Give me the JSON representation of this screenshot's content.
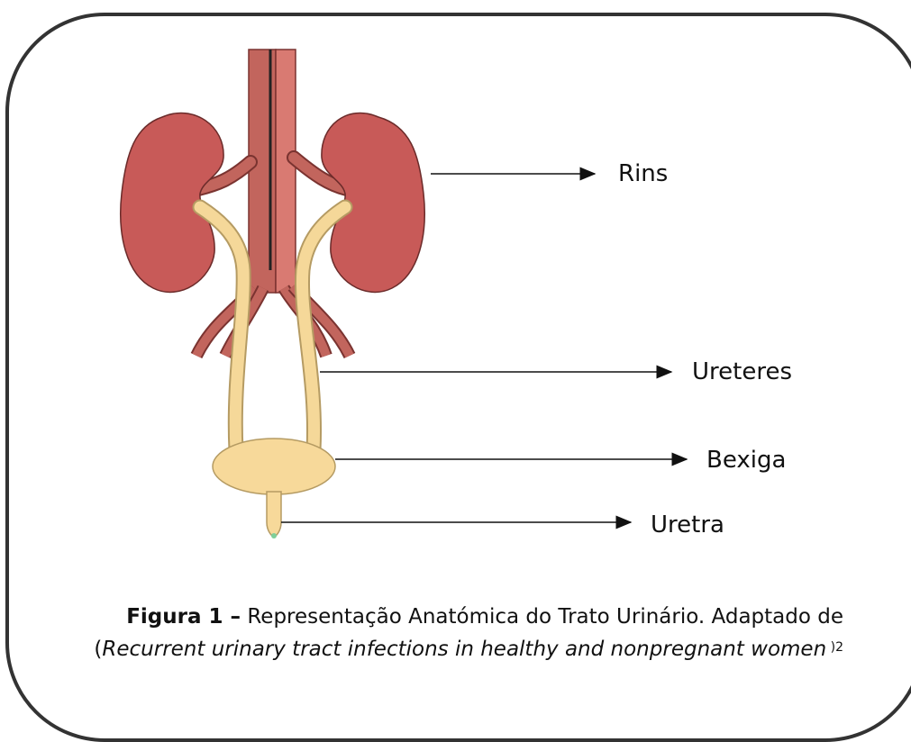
{
  "labels": {
    "rins": "Rins",
    "ureteres": "Ureteres",
    "bexiga": "Bexiga",
    "uretra": "Uretra"
  },
  "caption": {
    "figure_number": "Figura 1 –",
    "title": " Representação Anatómica do Trato Urinário. Adaptado de",
    "paren_open": "(",
    "source": "Recurrent urinary tract infections in healthy and nonpregnant women",
    "paren_close": " )",
    "reference": "2"
  },
  "colors": {
    "kidney": "#c85a58",
    "vessel": "#c2655d",
    "ureter": "#f5d899",
    "bladder": "#f7d99a",
    "frame": "#333333"
  }
}
